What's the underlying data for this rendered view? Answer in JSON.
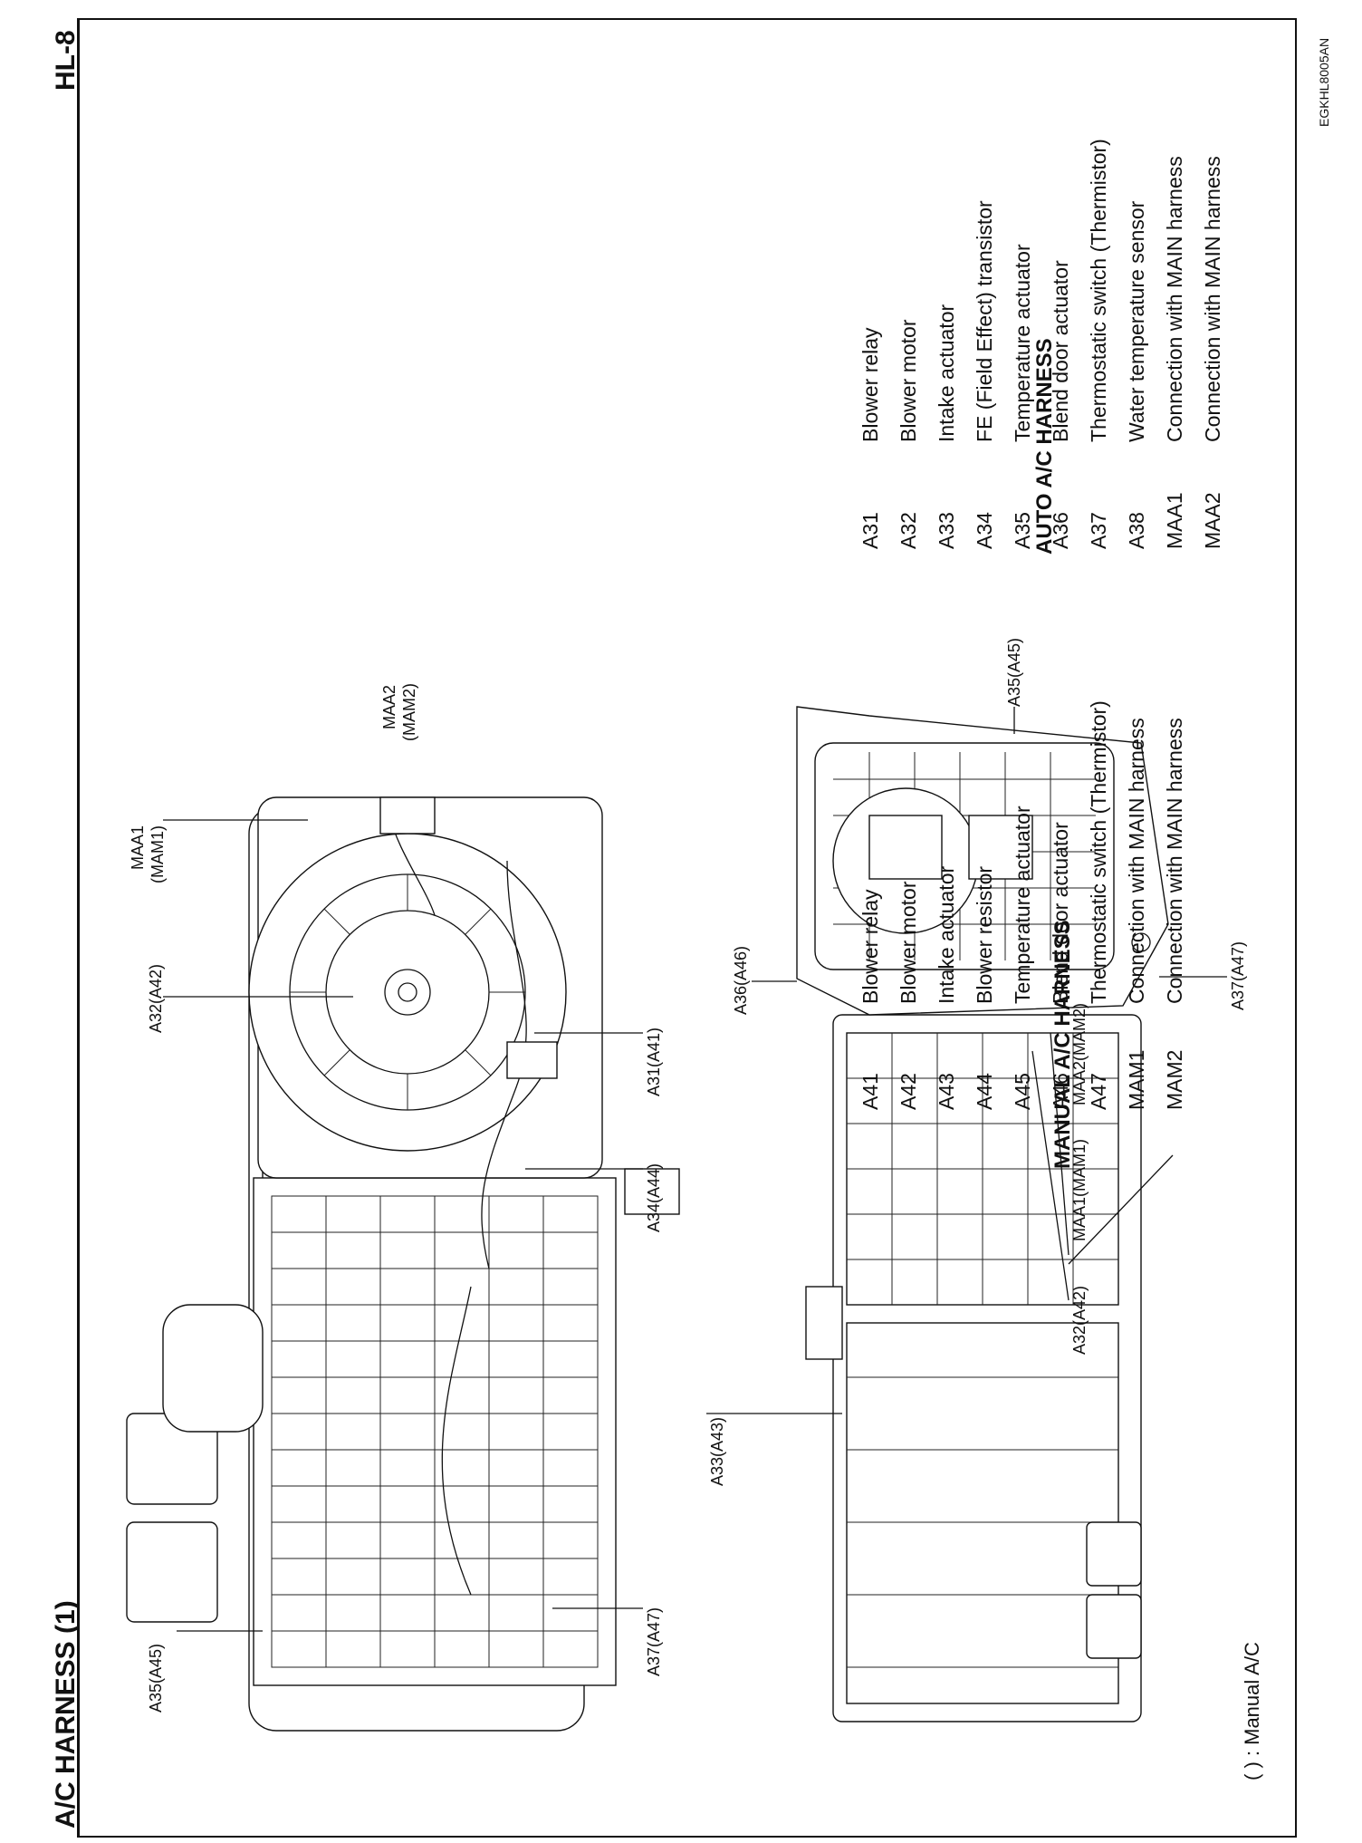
{
  "header": {
    "title": "A/C HARNESS (1)",
    "page": "HL-8",
    "figure_code": "EGKHL8005AN"
  },
  "auto_harness": {
    "heading": "AUTO A/C HARNESS",
    "items": [
      {
        "code": "A31",
        "desc": "Blower relay"
      },
      {
        "code": "A32",
        "desc": "Blower motor"
      },
      {
        "code": "A33",
        "desc": "Intake actuator"
      },
      {
        "code": "A34",
        "desc": "FE (Field Effect) transistor"
      },
      {
        "code": "A35",
        "desc": "Temperature actuator"
      },
      {
        "code": "A36",
        "desc": "Blend door actuator"
      },
      {
        "code": "A37",
        "desc": "Thermostatic switch (Thermistor)"
      },
      {
        "code": "A38",
        "desc": "Water temperature sensor"
      },
      {
        "code": "MAA1",
        "desc": "Connection with MAIN harness"
      },
      {
        "code": "MAA2",
        "desc": "Connection with MAIN harness"
      }
    ]
  },
  "manual_harness": {
    "heading": "MANUAL A/C HARNESS",
    "items": [
      {
        "code": "A41",
        "desc": "Blower relay"
      },
      {
        "code": "A42",
        "desc": "Blower motor"
      },
      {
        "code": "A43",
        "desc": "Intake actuator"
      },
      {
        "code": "A44",
        "desc": "Blower resistor"
      },
      {
        "code": "A45",
        "desc": "Temperature actuator"
      },
      {
        "code": "A46",
        "desc": "Blend door actuator"
      },
      {
        "code": "A47",
        "desc": "Thermostatic switch (Thermistor)"
      },
      {
        "code": "MAM1",
        "desc": "Connection with MAIN harness"
      },
      {
        "code": "MAM2",
        "desc": "Connection with MAIN harness"
      }
    ]
  },
  "callouts": {
    "a35_top": "A35(A45)",
    "a37_top": "A37(A47)",
    "a33": "A33(A43)",
    "a34": "A34(A44)",
    "a31": "A31(A41)",
    "a32_top": "A32(A42)",
    "maa1_a": "MAA1",
    "maa1_b": "(MAM1)",
    "maa2_a": "MAA2",
    "maa2_b": "(MAM2)",
    "a32_bottom": "A32(A42)",
    "maa1_bottom": "MAA1(MAM1)",
    "maa2_bottom": "MAA2(MAM2)",
    "a36": "A36(A46)",
    "a37_bottom": "A37(A47)",
    "a35_right": "A35(A45)"
  },
  "note": {
    "paren": "(    )",
    "text": ": Manual A/C"
  }
}
